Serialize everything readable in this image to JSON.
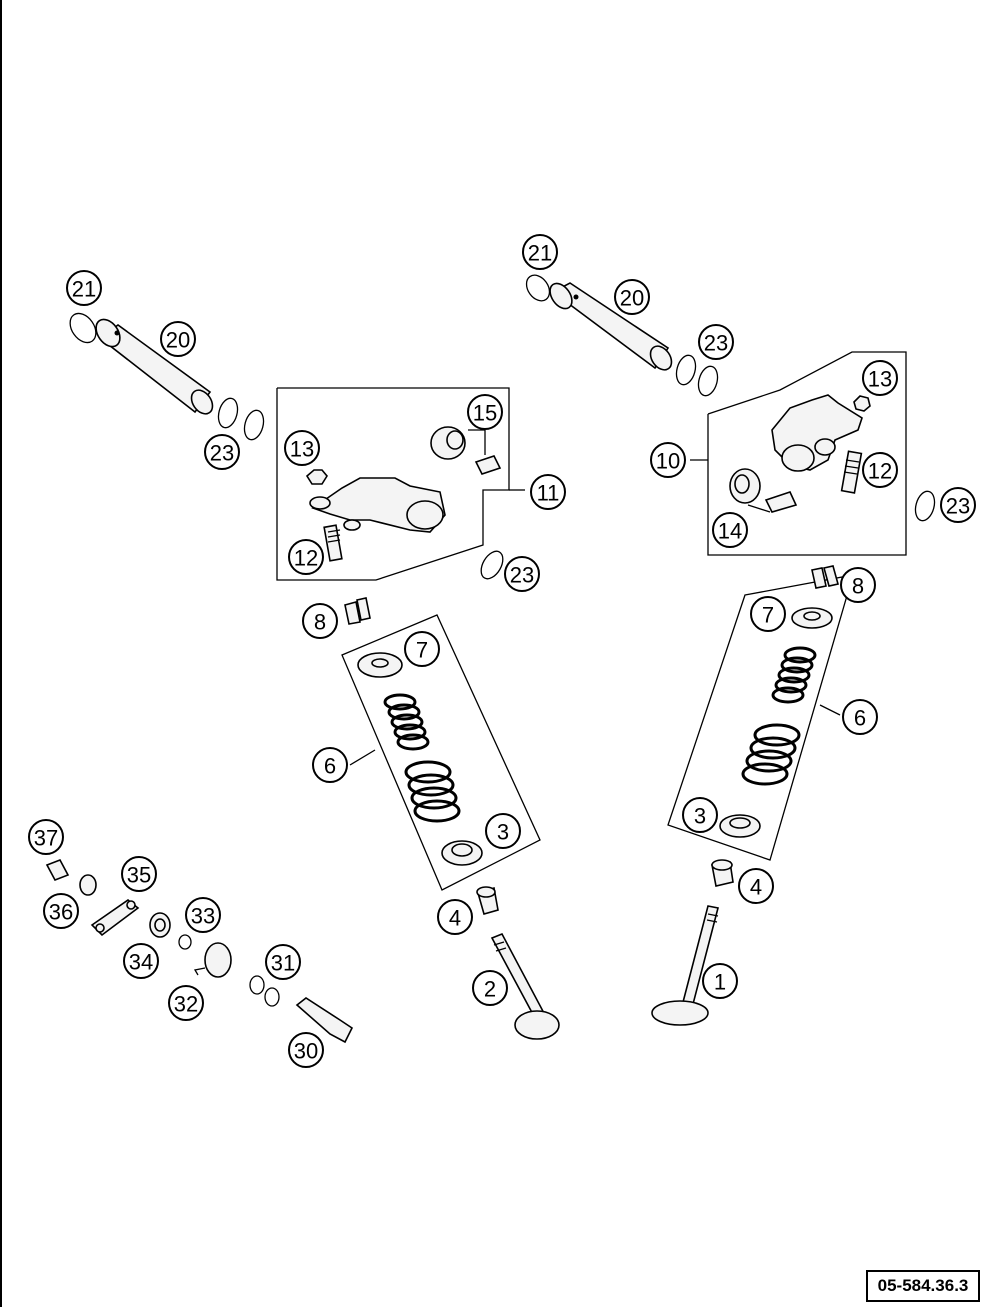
{
  "drawing": {
    "reference_number": "05-584.36.3"
  },
  "callouts": [
    {
      "id": "c21a",
      "label": "21"
    },
    {
      "id": "c20a",
      "label": "20"
    },
    {
      "id": "c23a",
      "label": "23"
    },
    {
      "id": "c13a",
      "label": "13"
    },
    {
      "id": "c15",
      "label": "15"
    },
    {
      "id": "c11",
      "label": "11"
    },
    {
      "id": "c12a",
      "label": "12"
    },
    {
      "id": "c23b",
      "label": "23"
    },
    {
      "id": "c21b",
      "label": "21"
    },
    {
      "id": "c20b",
      "label": "20"
    },
    {
      "id": "c23c",
      "label": "23"
    },
    {
      "id": "c13b",
      "label": "13"
    },
    {
      "id": "c10",
      "label": "10"
    },
    {
      "id": "c12b",
      "label": "12"
    },
    {
      "id": "c14",
      "label": "14"
    },
    {
      "id": "c23d",
      "label": "23"
    },
    {
      "id": "c8a",
      "label": "8"
    },
    {
      "id": "c7a",
      "label": "7"
    },
    {
      "id": "c6a",
      "label": "6"
    },
    {
      "id": "c3a",
      "label": "3"
    },
    {
      "id": "c4a",
      "label": "4"
    },
    {
      "id": "c2",
      "label": "2"
    },
    {
      "id": "c8b",
      "label": "8"
    },
    {
      "id": "c7b",
      "label": "7"
    },
    {
      "id": "c6b",
      "label": "6"
    },
    {
      "id": "c3b",
      "label": "3"
    },
    {
      "id": "c4b",
      "label": "4"
    },
    {
      "id": "c1",
      "label": "1"
    },
    {
      "id": "c37",
      "label": "37"
    },
    {
      "id": "c35",
      "label": "35"
    },
    {
      "id": "c36",
      "label": "36"
    },
    {
      "id": "c33",
      "label": "33"
    },
    {
      "id": "c34",
      "label": "34"
    },
    {
      "id": "c32",
      "label": "32"
    },
    {
      "id": "c31",
      "label": "31"
    },
    {
      "id": "c30",
      "label": "30"
    }
  ]
}
